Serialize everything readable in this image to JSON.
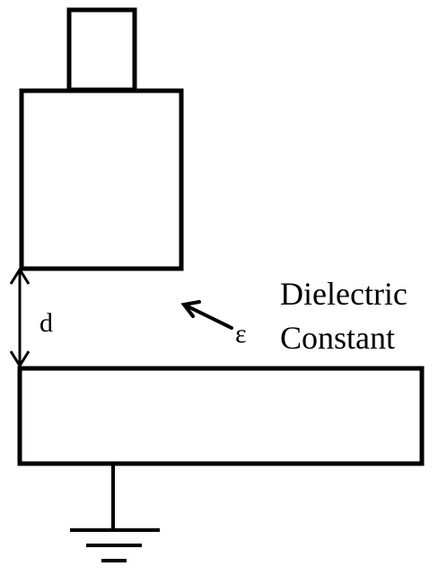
{
  "labels": {
    "gap": "d",
    "epsilon": "ε",
    "dielectric_line1": "Dielectric",
    "dielectric_line2": "Constant"
  },
  "colors": {
    "stroke": "#000000",
    "background": "#ffffff"
  }
}
